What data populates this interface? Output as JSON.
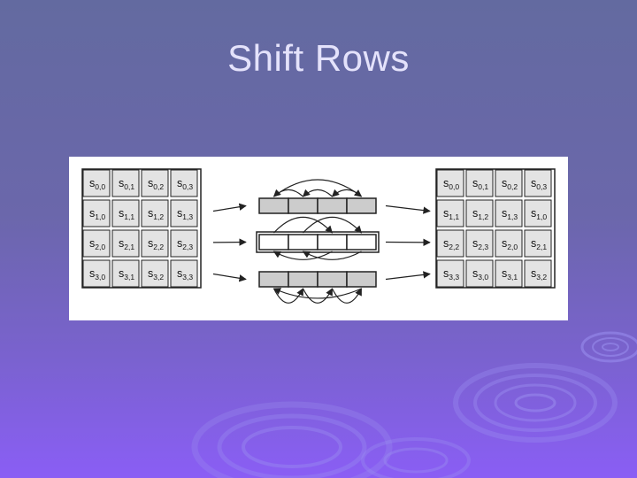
{
  "slide": {
    "title": "Shift Rows"
  },
  "diagram": {
    "input_state": [
      [
        [
          "s",
          "0,0"
        ],
        [
          "s",
          "0,1"
        ],
        [
          "s",
          "0,2"
        ],
        [
          "s",
          "0,3"
        ]
      ],
      [
        [
          "s",
          "1,0"
        ],
        [
          "s",
          "1,1"
        ],
        [
          "s",
          "1,2"
        ],
        [
          "s",
          "1,3"
        ]
      ],
      [
        [
          "s",
          "2,0"
        ],
        [
          "s",
          "2,1"
        ],
        [
          "s",
          "2,2"
        ],
        [
          "s",
          "2,3"
        ]
      ],
      [
        [
          "s",
          "3,0"
        ],
        [
          "s",
          "3,1"
        ],
        [
          "s",
          "3,2"
        ],
        [
          "s",
          "3,3"
        ]
      ]
    ],
    "output_state": [
      [
        [
          "s",
          "0,0"
        ],
        [
          "s",
          "0,1"
        ],
        [
          "s",
          "0,2"
        ],
        [
          "s",
          "0,3"
        ]
      ],
      [
        [
          "s",
          "1,1"
        ],
        [
          "s",
          "1,2"
        ],
        [
          "s",
          "1,3"
        ],
        [
          "s",
          "1,0"
        ]
      ],
      [
        [
          "s",
          "2,2"
        ],
        [
          "s",
          "2,3"
        ],
        [
          "s",
          "2,0"
        ],
        [
          "s",
          "2,1"
        ]
      ],
      [
        [
          "s",
          "3,3"
        ],
        [
          "s",
          "3,0"
        ],
        [
          "s",
          "3,1"
        ],
        [
          "s",
          "3,2"
        ]
      ]
    ],
    "shift_rows": [
      {
        "row": 1,
        "shift": 1
      },
      {
        "row": 2,
        "shift": 2
      },
      {
        "row": 3,
        "shift": 3
      }
    ],
    "colors": {
      "cell_fill": "#e3e3e3",
      "cell_stroke": "#222222",
      "shift_box_row13": "#cccccc",
      "shift_box_row2": "#ffffff"
    }
  }
}
